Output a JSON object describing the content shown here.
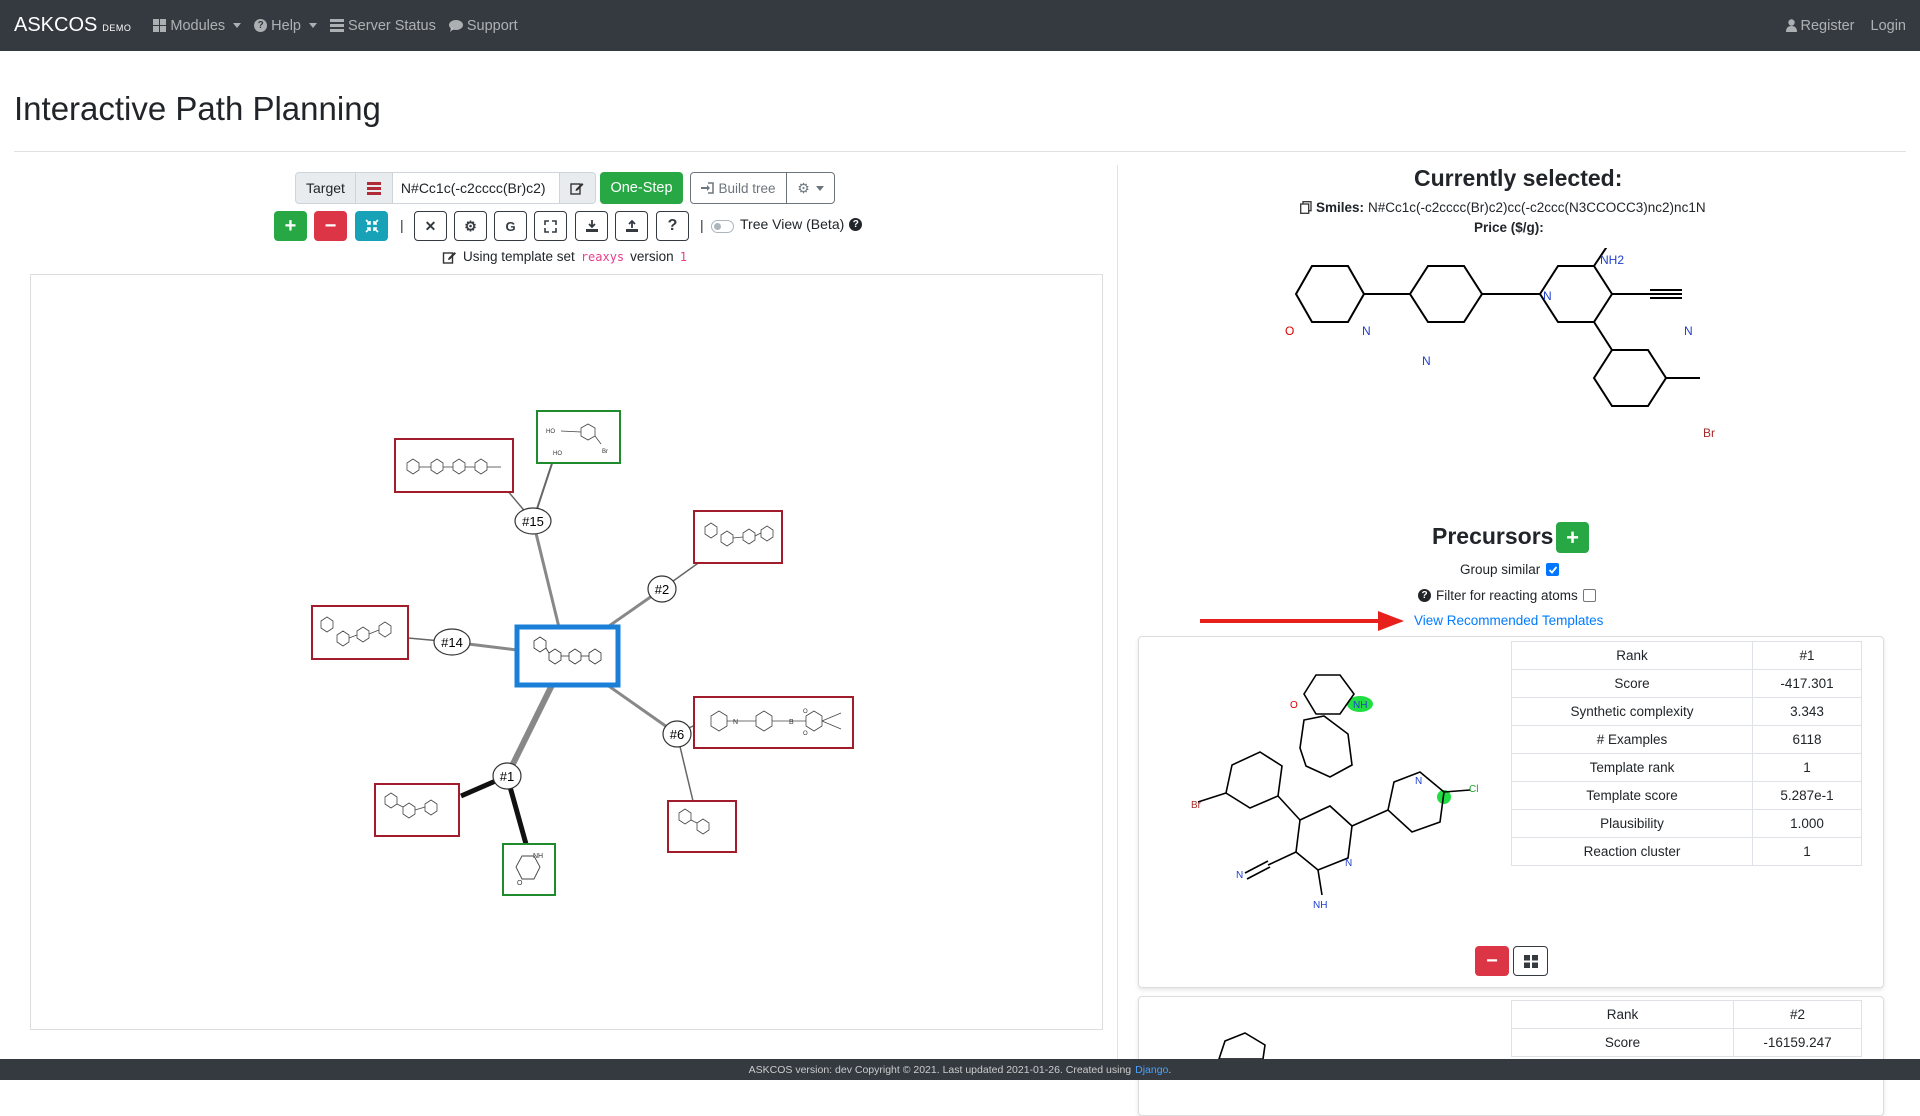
{
  "navbar": {
    "brand": "ASKCOS",
    "brand_sub": "DEMO",
    "items": [
      {
        "label": "Modules",
        "icon": "grid-icon",
        "dropdown": true
      },
      {
        "label": "Help",
        "icon": "question-circle-icon",
        "dropdown": true
      },
      {
        "label": "Server Status",
        "icon": "server-icon",
        "dropdown": false
      },
      {
        "label": "Support",
        "icon": "comment-icon",
        "dropdown": false
      }
    ],
    "right": [
      {
        "label": "Register",
        "icon": "user-icon"
      },
      {
        "label": "Login",
        "icon": ""
      }
    ]
  },
  "page": {
    "title": "Interactive Path Planning"
  },
  "toolbar": {
    "target_label": "Target",
    "target_value": "N#Cc1c(-c2cccc(Br)c2)",
    "onestep_label": "One-Step",
    "build_tree_label": "Build tree",
    "tree_view_label": "Tree View (Beta)",
    "row2_buttons": [
      "plus-icon",
      "minus-icon",
      "compress-icon",
      "times-icon",
      "gear-icon",
      "G",
      "expand-icon",
      "download-icon",
      "upload-icon",
      "?"
    ],
    "template_prefix": "Using template set",
    "template_set": "reaxys",
    "version_label": "version",
    "version": "1"
  },
  "network": {
    "nodes": [
      "#15",
      "#2",
      "#14",
      "#6",
      "#1"
    ]
  },
  "selected": {
    "title": "Currently selected:",
    "smiles_label": "Smiles:",
    "smiles": "N#Cc1c(-c2cccc(Br)c2)cc(-c2ccc(N3CCOCC3)nc2)nc1N",
    "price_label": "Price ($/g):",
    "atoms": {
      "o": "O",
      "n": "N",
      "nh2": "NH2",
      "br": "Br"
    }
  },
  "precursors": {
    "title": "Precursors",
    "group_similar_label": "Group similar",
    "group_similar_checked": true,
    "filter_label": "Filter for reacting atoms",
    "filter_checked": false,
    "view_templates_label": "View Recommended Templates",
    "cards": [
      {
        "stats": [
          [
            "Rank",
            "#1"
          ],
          [
            "Score",
            "-417.301"
          ],
          [
            "Synthetic complexity",
            "3.343"
          ],
          [
            "# Examples",
            "6118"
          ],
          [
            "Template rank",
            "1"
          ],
          [
            "Template score",
            "5.287e-1"
          ],
          [
            "Plausibility",
            "1.000"
          ],
          [
            "Reaction cluster",
            "1"
          ]
        ]
      },
      {
        "stats": [
          [
            "Rank",
            "#2"
          ],
          [
            "Score",
            "-16159.247"
          ]
        ]
      }
    ]
  },
  "footer": {
    "text": "ASKCOS version: dev Copyright © 2021. Last updated 2021-01-26. Created using",
    "link": "Django",
    "suffix": "."
  }
}
